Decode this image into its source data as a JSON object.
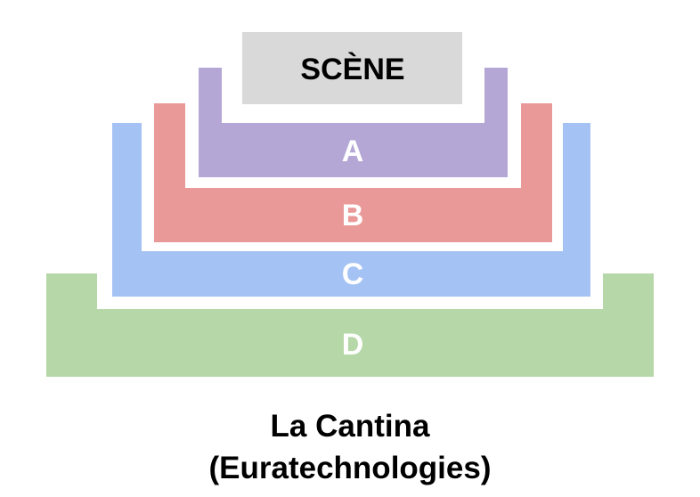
{
  "stage": {
    "label": "SCÈNE",
    "color": "#d9d9d9"
  },
  "sections": [
    {
      "id": "A",
      "label": "A",
      "color": "#b4a7d6"
    },
    {
      "id": "B",
      "label": "B",
      "color": "#ea9999"
    },
    {
      "id": "C",
      "label": "C",
      "color": "#a4c2f4"
    },
    {
      "id": "D",
      "label": "D",
      "color": "#b6d7a8"
    }
  ],
  "venue": {
    "line1": "La Cantina",
    "line2": "(Euratechnologies)"
  }
}
